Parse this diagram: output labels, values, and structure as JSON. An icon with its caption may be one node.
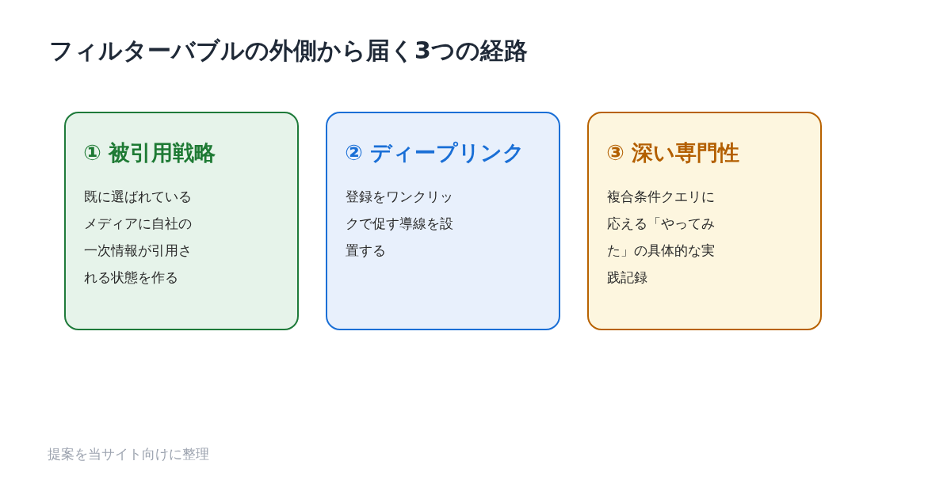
{
  "diagram": {
    "title": "フィルターバブルの外側から届く3つの経路",
    "nodes": [
      {
        "text": [
          "① 被引用戦略",
          "既に選ばれているメディアに自社の一次情報が引用される状態を作る"
        ]
      },
      {
        "text": [
          "② ディープリンク",
          "登録をワンクリックで促す導線を設置する"
        ]
      },
      {
        "text": [
          "③ 深い専門性",
          "複合条件クエリに応える「やってみた」の具体的な実践記録"
        ]
      }
    ],
    "caption": "提案を当サイト向けに整理"
  }
}
